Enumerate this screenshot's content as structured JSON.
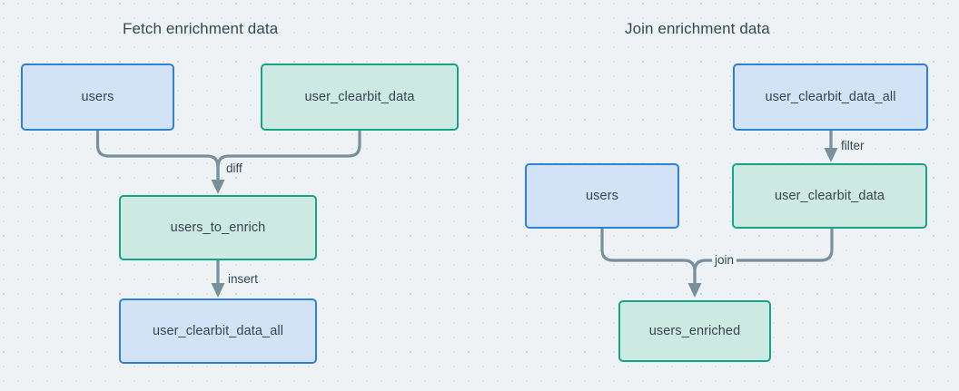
{
  "diagram": {
    "type": "flowchart",
    "background_color": "#eef2f5",
    "grid": "dot-grid",
    "node_colors": {
      "blue_fill": "#d3e3f7",
      "blue_border": "#2d82d8",
      "green_fill": "#cdeae2",
      "green_border": "#14a585",
      "edge_stroke": "#78909c",
      "text": "#37474f"
    },
    "panels": [
      {
        "id": "fetch",
        "title": "Fetch enrichment data",
        "nodes": [
          {
            "id": "users",
            "label": "users",
            "color": "blue"
          },
          {
            "id": "user_clearbit_data",
            "label": "user_clearbit_data",
            "color": "green"
          },
          {
            "id": "users_to_enrich",
            "label": "users_to_enrich",
            "color": "green"
          },
          {
            "id": "user_clearbit_data_all",
            "label": "user_clearbit_data_all",
            "color": "blue"
          }
        ],
        "edges": [
          {
            "from": [
              "users",
              "user_clearbit_data"
            ],
            "to": "users_to_enrich",
            "label": "diff"
          },
          {
            "from": [
              "users_to_enrich"
            ],
            "to": "user_clearbit_data_all",
            "label": "insert"
          }
        ]
      },
      {
        "id": "join",
        "title": "Join enrichment data",
        "nodes": [
          {
            "id": "user_clearbit_data_all",
            "label": "user_clearbit_data_all",
            "color": "blue"
          },
          {
            "id": "user_clearbit_data",
            "label": "user_clearbit_data",
            "color": "green"
          },
          {
            "id": "users",
            "label": "users",
            "color": "blue"
          },
          {
            "id": "users_enriched",
            "label": "users_enriched",
            "color": "green"
          }
        ],
        "edges": [
          {
            "from": [
              "user_clearbit_data_all"
            ],
            "to": "user_clearbit_data",
            "label": "filter"
          },
          {
            "from": [
              "users",
              "user_clearbit_data"
            ],
            "to": "users_enriched",
            "label": "join"
          }
        ]
      }
    ]
  }
}
